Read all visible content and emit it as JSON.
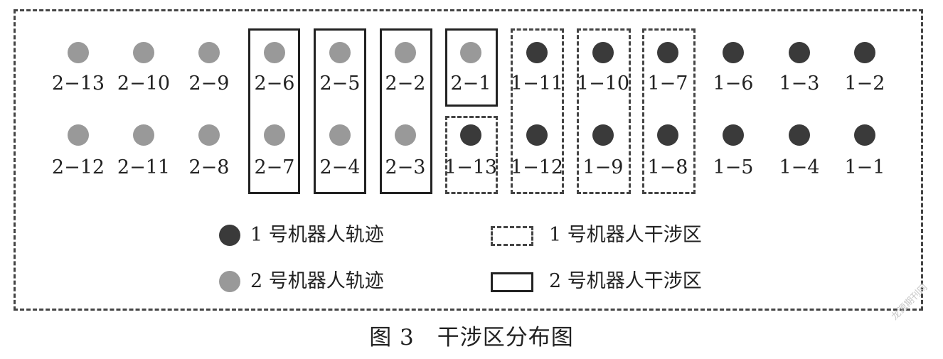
{
  "figure": {
    "caption": "图 3　干涉区分布图",
    "watermark": "龙源期刊网"
  },
  "robots": {
    "robot1": {
      "color": "#3a3a3a"
    },
    "robot2": {
      "color": "#999999"
    }
  },
  "points": [
    {
      "label": "2-13",
      "robot": 2
    },
    {
      "label": "2-10",
      "robot": 2
    },
    {
      "label": "2-9",
      "robot": 2
    },
    {
      "label": "2-6",
      "robot": 2
    },
    {
      "label": "2-5",
      "robot": 2
    },
    {
      "label": "2-2",
      "robot": 2
    },
    {
      "label": "2-1",
      "robot": 2
    },
    {
      "label": "1-11",
      "robot": 1
    },
    {
      "label": "1-10",
      "robot": 1
    },
    {
      "label": "1-7",
      "robot": 1
    },
    {
      "label": "1-6",
      "robot": 1
    },
    {
      "label": "1-3",
      "robot": 1
    },
    {
      "label": "1-2",
      "robot": 1
    },
    {
      "label": "2-12",
      "robot": 2
    },
    {
      "label": "2-11",
      "robot": 2
    },
    {
      "label": "2-8",
      "robot": 2
    },
    {
      "label": "2-7",
      "robot": 2
    },
    {
      "label": "2-4",
      "robot": 2
    },
    {
      "label": "2-3",
      "robot": 2
    },
    {
      "label": "1-13",
      "robot": 1
    },
    {
      "label": "1-12",
      "robot": 1
    },
    {
      "label": "1-9",
      "robot": 1
    },
    {
      "label": "1-8",
      "robot": 1
    },
    {
      "label": "1-5",
      "robot": 1
    },
    {
      "label": "1-4",
      "robot": 1
    },
    {
      "label": "1-1",
      "robot": 1
    }
  ],
  "zones": [
    {
      "robot": 2,
      "style": "solid",
      "points": [
        "2-6",
        "2-7"
      ]
    },
    {
      "robot": 2,
      "style": "solid",
      "points": [
        "2-5",
        "2-4"
      ]
    },
    {
      "robot": 2,
      "style": "solid",
      "points": [
        "2-2",
        "2-3"
      ]
    },
    {
      "robot": 2,
      "style": "solid",
      "points": [
        "2-1"
      ]
    },
    {
      "robot": 1,
      "style": "dashed",
      "points": [
        "1-13"
      ]
    },
    {
      "robot": 1,
      "style": "dashed",
      "points": [
        "1-11",
        "1-12"
      ]
    },
    {
      "robot": 1,
      "style": "dashed",
      "points": [
        "1-10",
        "1-9"
      ]
    },
    {
      "robot": 1,
      "style": "dashed",
      "points": [
        "1-7",
        "1-8"
      ]
    }
  ],
  "legend": {
    "robot1_track": "1 号机器人轨迹",
    "robot2_track": "2 号机器人轨迹",
    "robot1_zone": "1 号机器人干涉区",
    "robot2_zone": "2 号机器人干涉区"
  }
}
